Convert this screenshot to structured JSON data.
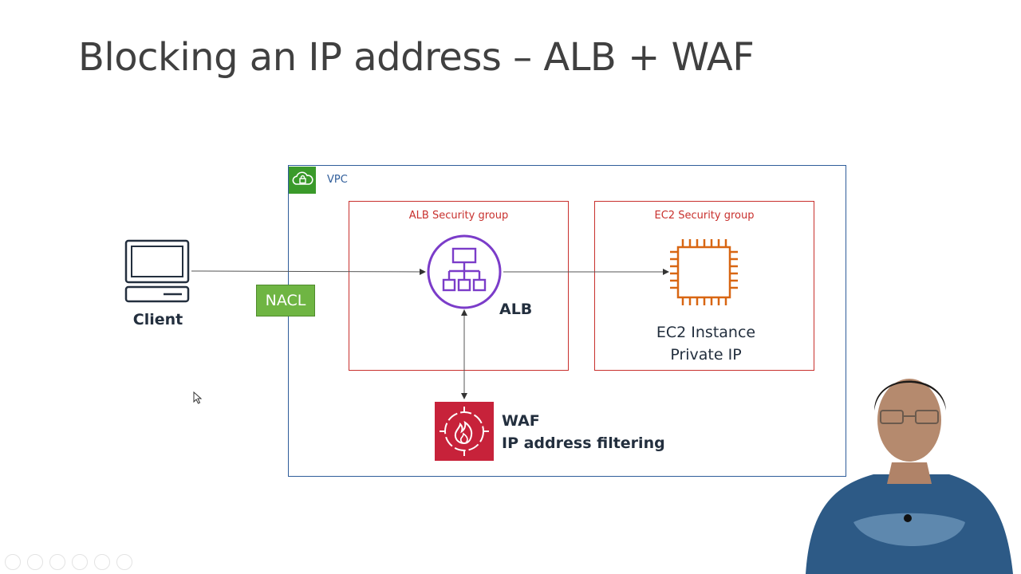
{
  "slide": {
    "title": "Blocking an IP address – ALB + WAF"
  },
  "vpc": {
    "label": "VPC"
  },
  "alb_sg": {
    "label": "ALB Security group"
  },
  "ec2_sg": {
    "label": "EC2 Security group"
  },
  "client": {
    "label": "Client"
  },
  "nacl": {
    "label": "NACL"
  },
  "alb": {
    "label": "ALB"
  },
  "ec2": {
    "line1": "EC2 Instance",
    "line2": "Private IP"
  },
  "waf": {
    "line1": "WAF",
    "line2": "IP address filtering"
  },
  "colors": {
    "vpc_border": "#2f5d9a",
    "security_group_border": "#c8302d",
    "nacl_fill": "#6fb543",
    "alb_purple": "#7b3cc9",
    "ec2_orange": "#d86613",
    "waf_red": "#c7223a"
  },
  "icons": [
    "cloud-lock-icon",
    "computer-icon",
    "load-balancer-icon",
    "cpu-chip-icon",
    "waf-firewall-icon"
  ]
}
